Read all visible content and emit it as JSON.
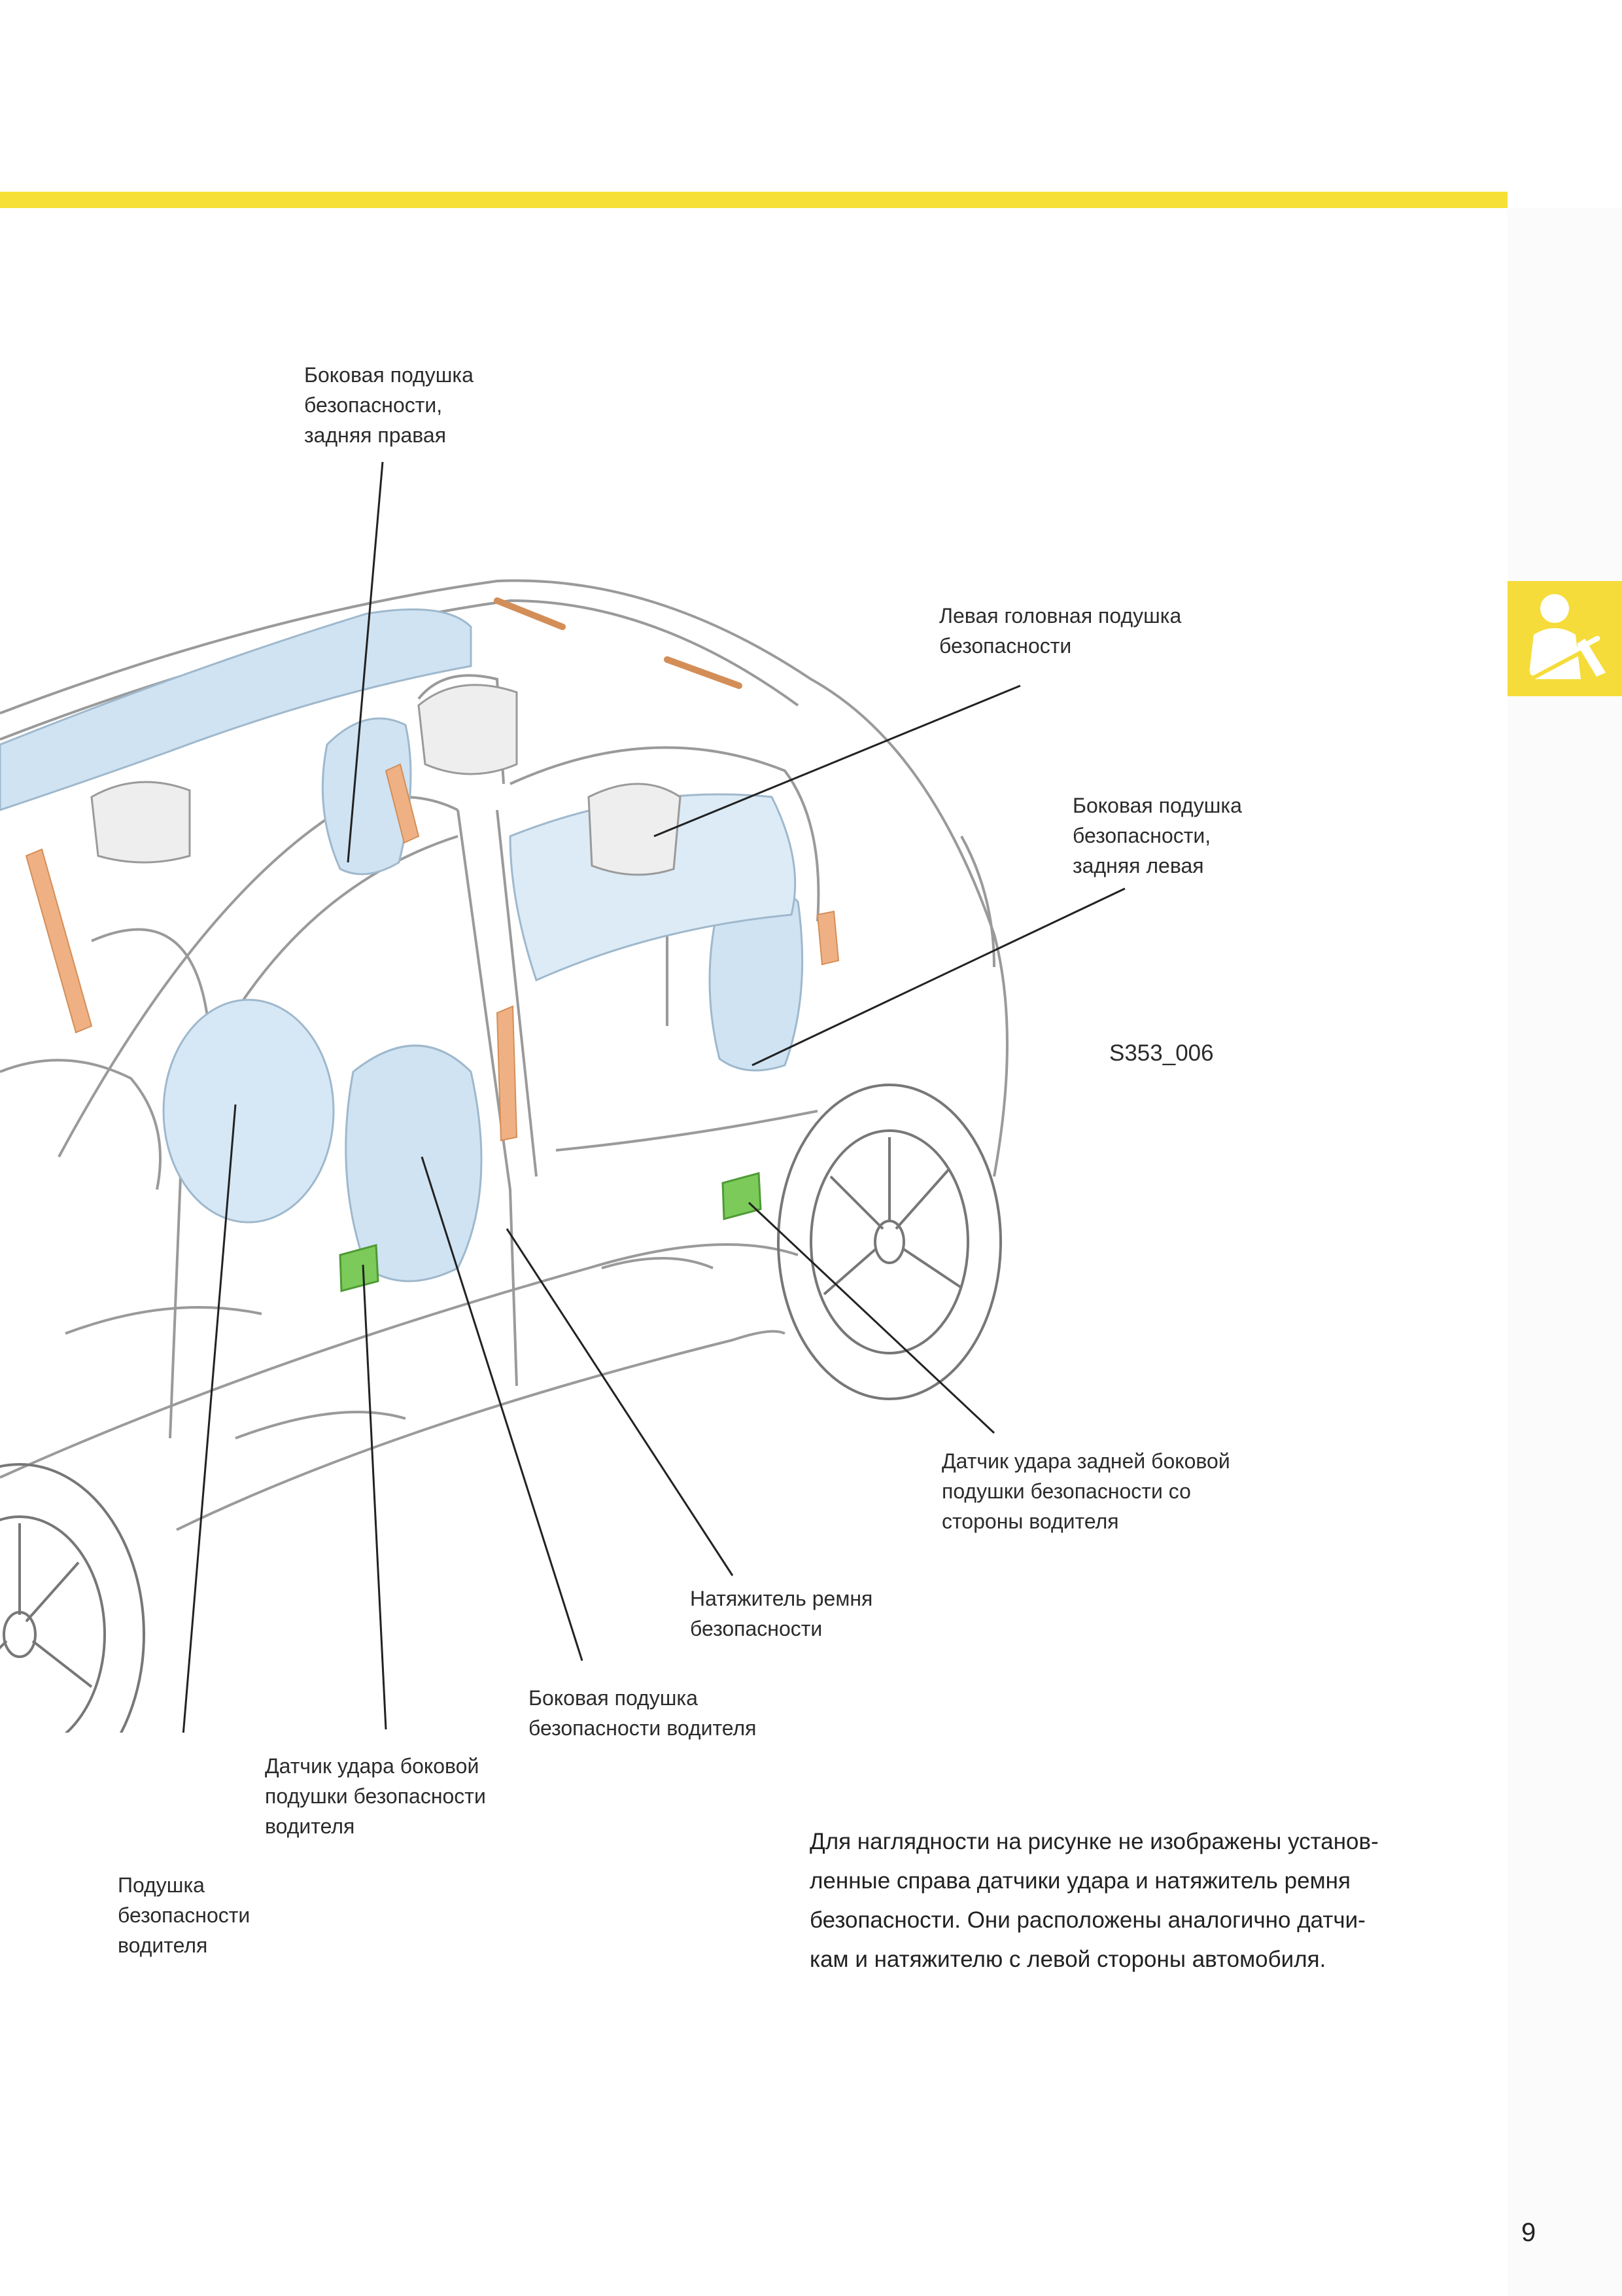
{
  "labels": {
    "side_rear_right": "Боковая подушка\nбезопасности,\nзадняя правая",
    "head_left": "Левая головная подушка\nбезопасности",
    "side_rear_left": "Боковая подушка\nбезопасности,\nзадняя левая",
    "rear_sensor": "Датчик удара задней боковой\nподушки безопасности со\nстороны водителя",
    "tensioner": "Натяжитель ремня\nбезопасности",
    "side_driver": "Боковая подушка\nбезопасности водителя",
    "side_sensor": "Датчик удара боковой\nподушки безопасности\nводителя",
    "driver_airbag": "Подушка\nбезопасности\nводителя"
  },
  "figure_ref": "S353_006",
  "note": "Для наглядности на рисунке не изображены установ-\nленные справа датчики удара и натяжитель ремня\nбезопасности. Они расположены аналогично датчи-\nкам и натяжителю с левой стороны автомобиля.",
  "page_number": "9",
  "colors": {
    "accent_yellow": "#f7e036",
    "airbag_blue": "#cfe3f3",
    "sensor_green": "#7ccb5a",
    "belt_orange": "#efb184"
  },
  "icons": {
    "section_tab": "seatbelt-person-icon"
  }
}
